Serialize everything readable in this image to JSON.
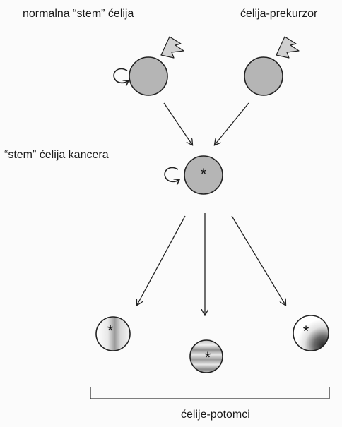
{
  "labels": {
    "normal_stem_cell": "normalna “stem” ćelija",
    "precursor_cell": "ćelija-prekurzor",
    "cancer_stem_cell": "“stem” ćelija kancera",
    "daughter_cells": "ćelije-potomci"
  },
  "markers": {
    "mutation_mark": "*"
  },
  "colors": {
    "cell_fill": "#b5b5b5",
    "stroke": "#222222",
    "background": "#fbfbfb"
  }
}
